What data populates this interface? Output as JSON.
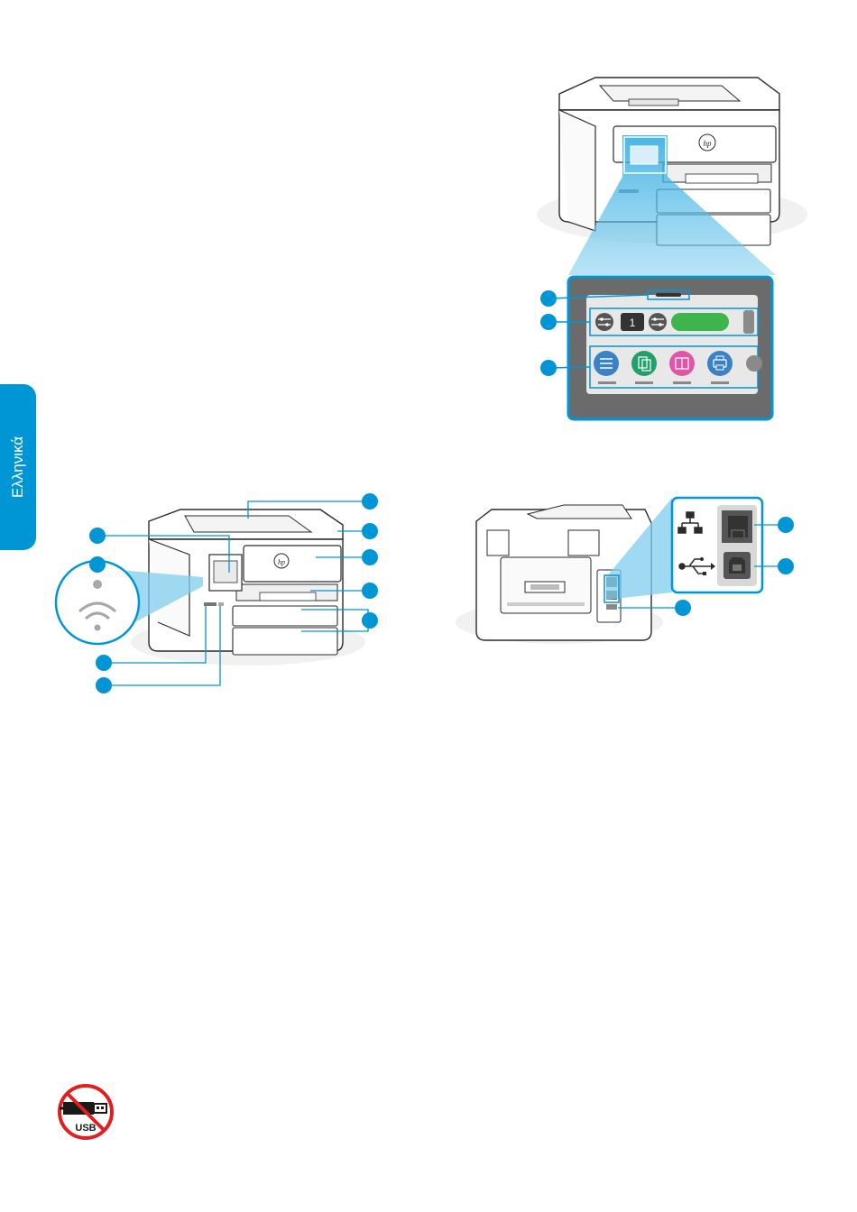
{
  "language_tab": {
    "label": "Ελληνικά"
  },
  "control_panel": {
    "copies_value": "1"
  },
  "no_usb_icon": {
    "text": "USB"
  },
  "colors": {
    "accent": "#0096d6",
    "panel_bg": "#6b6b6b",
    "start_button": "#3db54a",
    "icon_blue": "#3b82c4",
    "icon_green": "#22a06b",
    "icon_pink": "#e056a6",
    "no_sign_red": "#e02020"
  }
}
